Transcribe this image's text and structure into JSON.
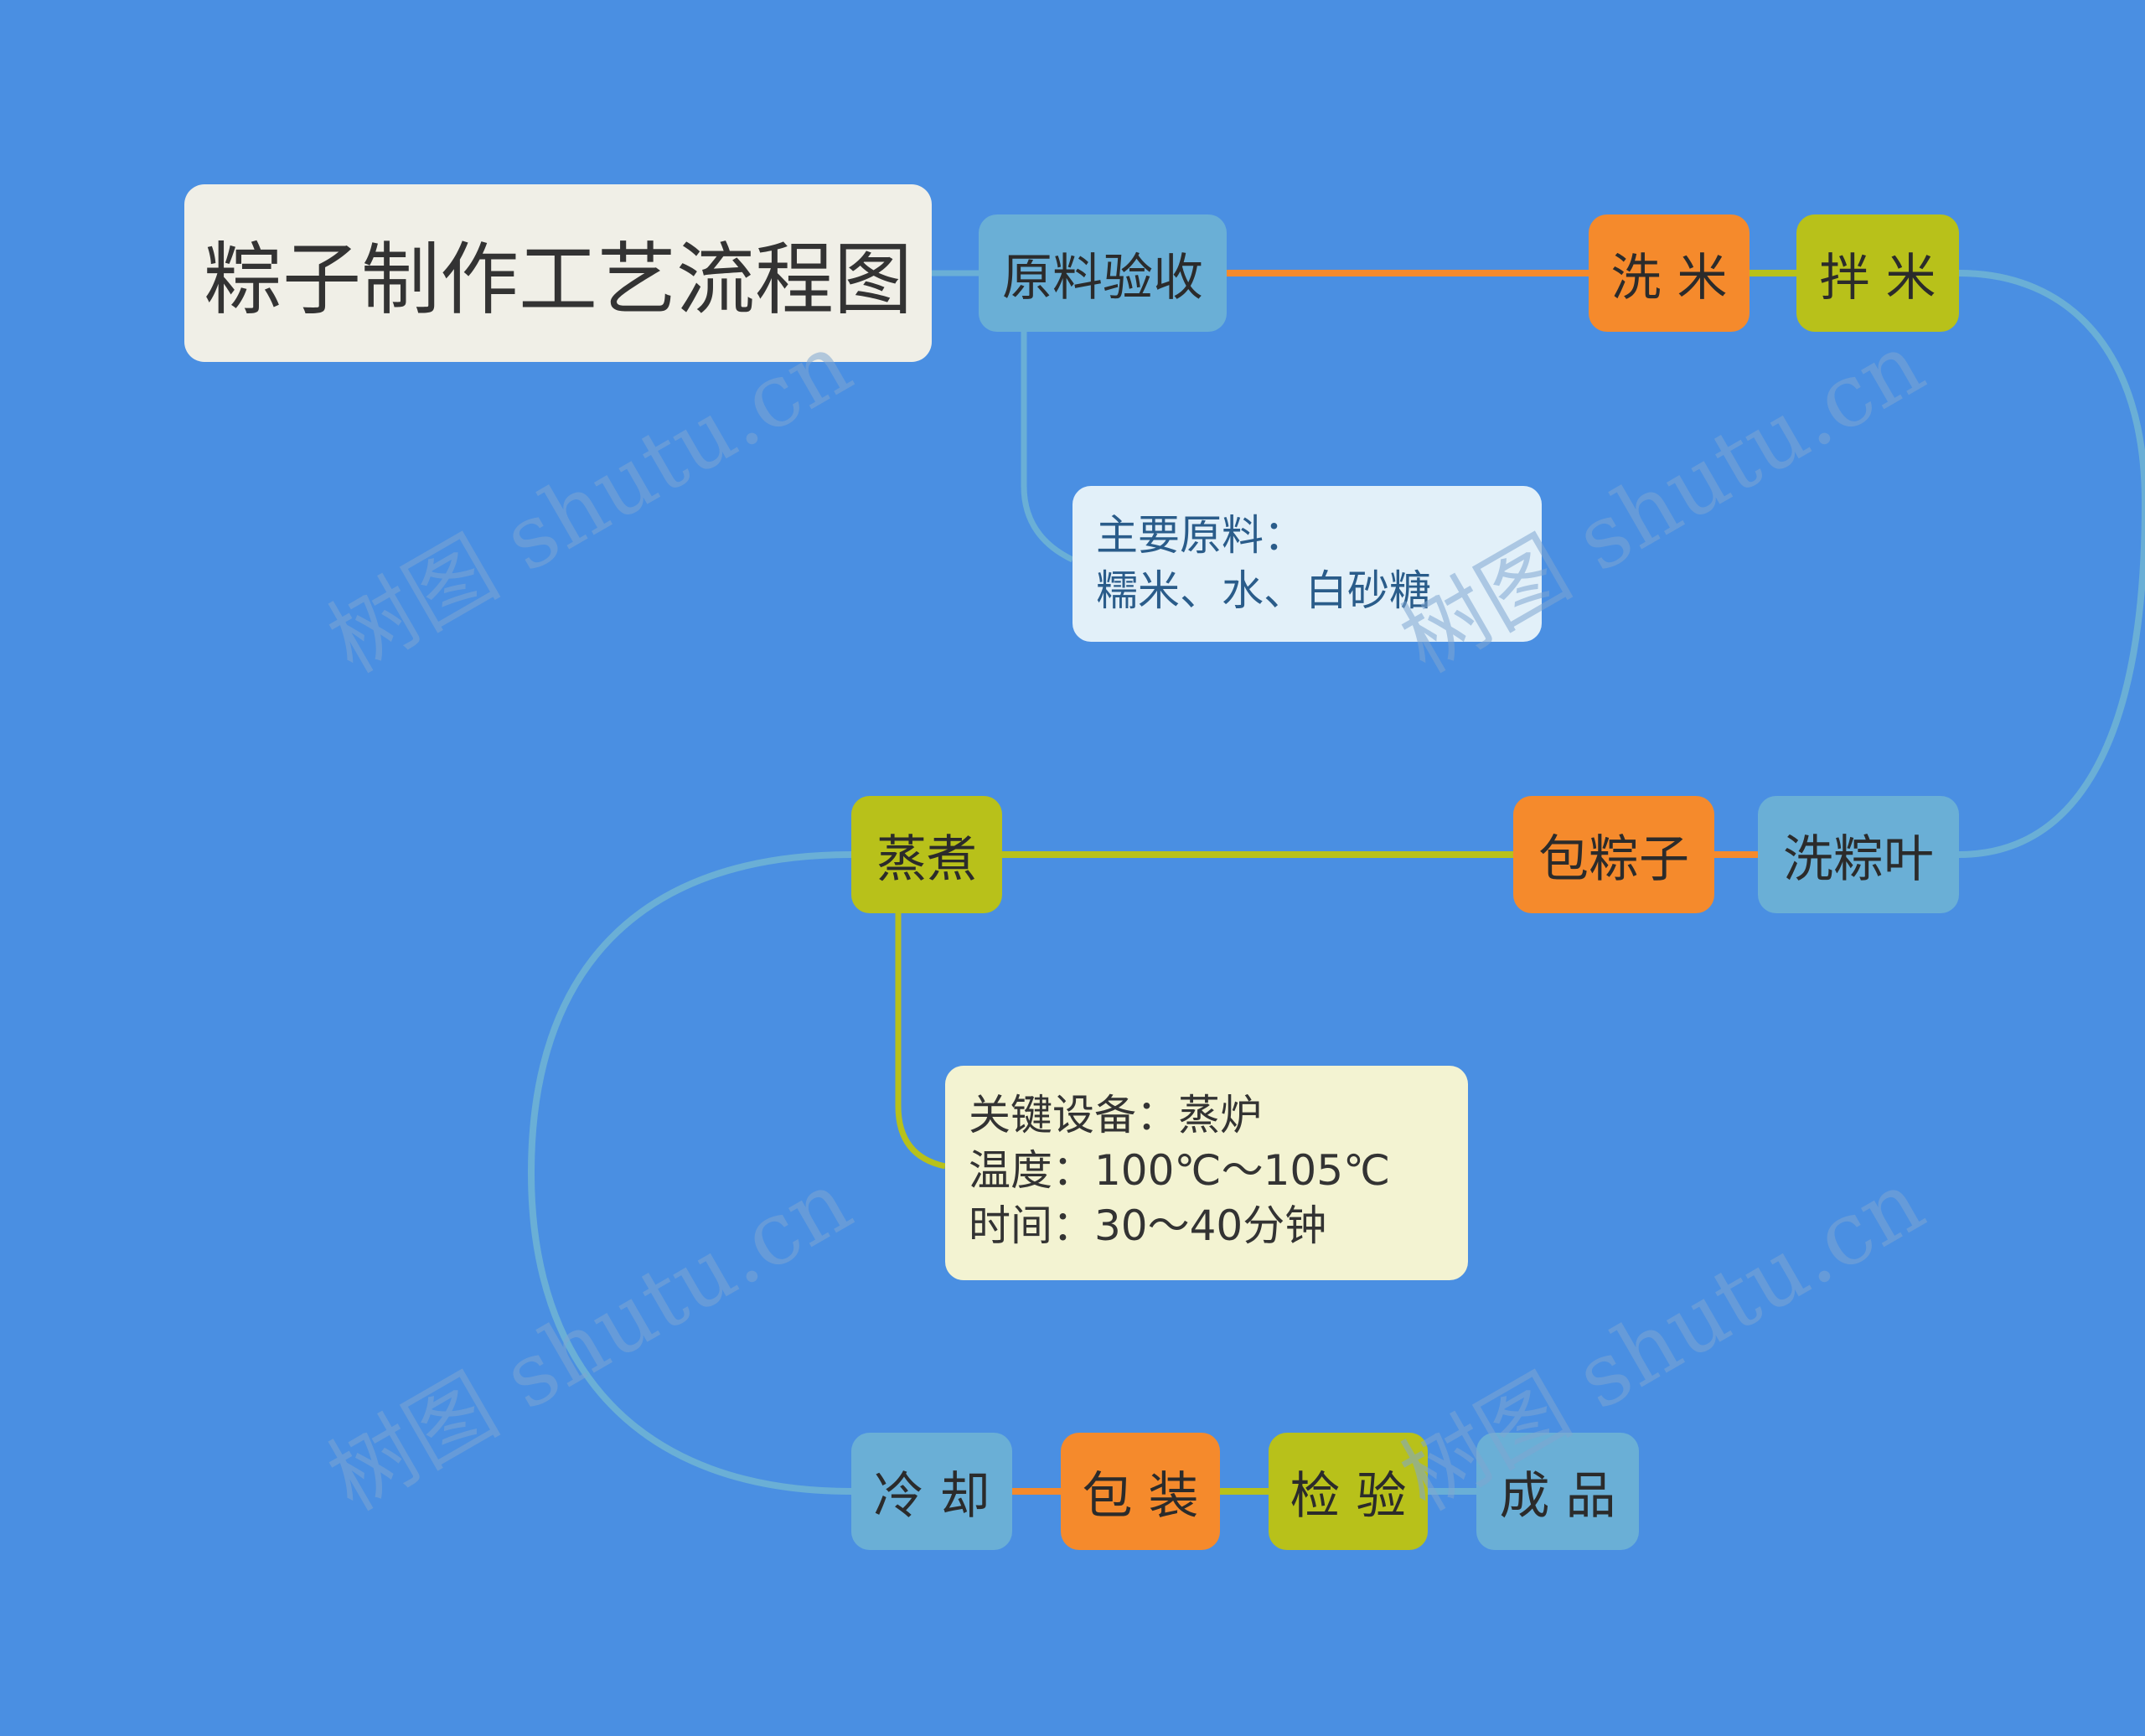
{
  "title": "粽子制作工艺流程图",
  "steps": {
    "raw_material": "原料验收",
    "wash_rice": "洗 米",
    "mix_rice": "拌 米",
    "wash_leaves": "洗粽叶",
    "wrap": "包粽子",
    "steam": "蒸煮",
    "cool": "冷 却",
    "package": "包 装",
    "inspect": "检 验",
    "product": "成 品"
  },
  "notes": {
    "raw_material": [
      "主要原料：",
      "糯米、水、白砂糖"
    ],
    "steam": [
      "关键设备：蒸炉",
      "温度：100℃～105℃",
      "时间：30～40分钟"
    ]
  },
  "watermark": "树图 shutu.cn",
  "colors": {
    "background": "#4a8fe2",
    "blue_node": "#6aafd6",
    "orange_node": "#f58a2c",
    "green_node": "#b8c11a",
    "title_node": "#f0efe7"
  }
}
